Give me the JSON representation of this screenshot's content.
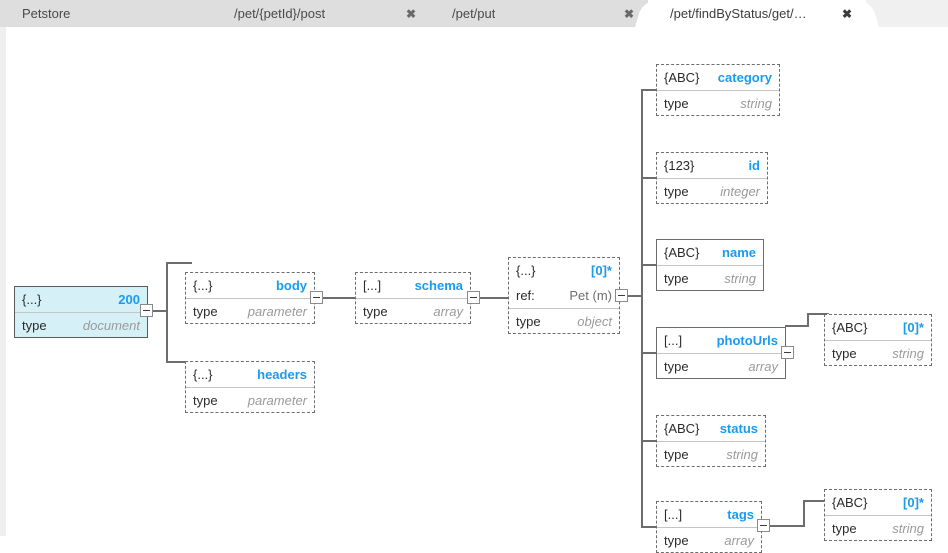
{
  "window": {
    "app_title": "Petstore"
  },
  "tabs": [
    {
      "label": "Petstore",
      "closable": false,
      "active": false,
      "close_glyph": ""
    },
    {
      "label": "/pet/{petId}/post",
      "closable": true,
      "active": false,
      "close_glyph": "✖"
    },
    {
      "label": "/pet/put",
      "closable": true,
      "active": false,
      "close_glyph": "✖"
    },
    {
      "label": "/pet/findByStatus/get/…",
      "closable": true,
      "active": true,
      "close_glyph": "✖"
    }
  ],
  "colors": {
    "accent_title": "#1a9bf0",
    "selected_fill": "#d6f0f8",
    "node_border": "#6d6d6d",
    "tab_bar_bg": "#f0f0f0",
    "tab_inactive_bg": "#dedede",
    "tab_active_bg": "#ffffff",
    "wire": "#6d6d6d",
    "value_text": "#9a9a9a"
  },
  "nodes": {
    "response": {
      "kind": "{...}",
      "title": "200",
      "rows": [
        {
          "key": "type",
          "value": "document",
          "italic": true
        }
      ],
      "border": "solid",
      "selected": true
    },
    "body": {
      "kind": "{...}",
      "title": "body",
      "rows": [
        {
          "key": "type",
          "value": "parameter",
          "italic": true
        }
      ],
      "border": "dashed",
      "selected": false
    },
    "headers": {
      "kind": "{...}",
      "title": "headers",
      "rows": [
        {
          "key": "type",
          "value": "parameter",
          "italic": true
        }
      ],
      "border": "dashed",
      "selected": false
    },
    "schema": {
      "kind": "[...]",
      "title": "schema",
      "rows": [
        {
          "key": "type",
          "value": "array",
          "italic": true
        }
      ],
      "border": "dashed",
      "selected": false
    },
    "pet_item": {
      "kind": "{...}",
      "title": "[0]*",
      "rows": [
        {
          "key": "ref:",
          "value": "Pet (m)",
          "italic": false
        },
        {
          "key": "type",
          "value": "object",
          "italic": true
        }
      ],
      "border": "dashed",
      "selected": false
    },
    "category": {
      "kind": "{ABC}",
      "title": "category",
      "rows": [
        {
          "key": "type",
          "value": "string",
          "italic": true
        }
      ],
      "border": "dashed",
      "selected": false
    },
    "id": {
      "kind": "{123}",
      "title": "id",
      "rows": [
        {
          "key": "type",
          "value": "integer",
          "italic": true
        }
      ],
      "border": "dashed",
      "selected": false
    },
    "name": {
      "kind": "{ABC}",
      "title": "name",
      "rows": [
        {
          "key": "type",
          "value": "string",
          "italic": true
        }
      ],
      "border": "solid",
      "selected": false
    },
    "photourls": {
      "kind": "[...]",
      "title": "photoUrls",
      "rows": [
        {
          "key": "type",
          "value": "array",
          "italic": true
        }
      ],
      "border": "solid",
      "selected": false
    },
    "photourls_item": {
      "kind": "{ABC}",
      "title": "[0]*",
      "rows": [
        {
          "key": "type",
          "value": "string",
          "italic": true
        }
      ],
      "border": "dashed",
      "selected": false
    },
    "status": {
      "kind": "{ABC}",
      "title": "status",
      "rows": [
        {
          "key": "type",
          "value": "string",
          "italic": true
        }
      ],
      "border": "dashed",
      "selected": false
    },
    "tags": {
      "kind": "[...]",
      "title": "tags",
      "rows": [
        {
          "key": "type",
          "value": "array",
          "italic": true
        }
      ],
      "border": "dashed",
      "selected": false
    },
    "tags_item": {
      "kind": "{ABC}",
      "title": "[0]*",
      "rows": [
        {
          "key": "type",
          "value": "string",
          "italic": true
        }
      ],
      "border": "dashed",
      "selected": false
    }
  },
  "collapsers": {
    "glyph": "−",
    "state": "expanded",
    "items": [
      "response-collapser",
      "body-collapser",
      "schema-collapser",
      "pet-item-collapser",
      "photourls-collapser",
      "tags-collapser"
    ]
  }
}
